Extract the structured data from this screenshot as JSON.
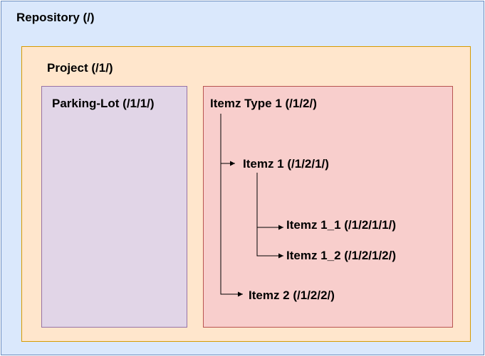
{
  "diagram": {
    "repository": {
      "label": "Repository (/)"
    },
    "project": {
      "label": "Project (/1/)"
    },
    "parking_lot": {
      "label": "Parking-Lot (/1/1/)"
    },
    "itemz_type": {
      "label": "Itemz Type 1 (/1/2/)",
      "children": [
        {
          "label": "Itemz 1 (/1/2/1/)",
          "children": [
            {
              "label": "Itemz 1_1 (/1/2/1/1/)"
            },
            {
              "label": "Itemz 1_2 (/1/2/1/2/)"
            }
          ]
        },
        {
          "label": "Itemz 2 (/1/2/2/)"
        }
      ]
    },
    "colors": {
      "repository_fill": "#dae8fc",
      "repository_stroke": "#6c8ebf",
      "project_fill": "#ffe6cc",
      "project_stroke": "#d79b00",
      "parking_fill": "#e1d5e7",
      "parking_stroke": "#9673a6",
      "itemz_type_fill": "#f8cecc",
      "itemz_type_stroke": "#b85450",
      "connector": "#000000"
    }
  }
}
